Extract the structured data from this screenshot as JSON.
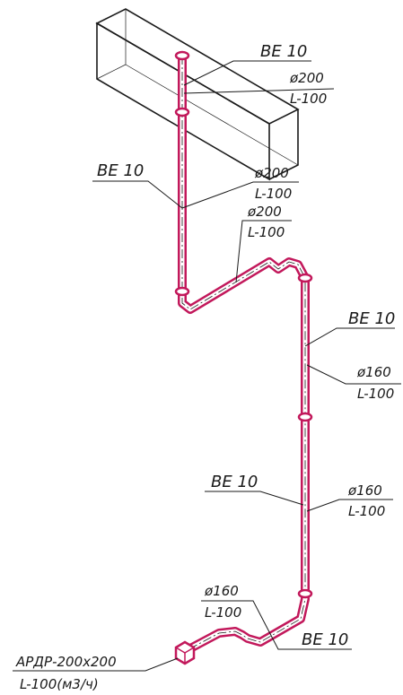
{
  "duct_color": "#c2185b",
  "line_color": "#1a1a1a",
  "labels": {
    "t1_name": "BE 10",
    "t1_dia": "ø200",
    "t1_len": "L-100",
    "t2_name": "BE 10",
    "t2_dia": "ø200",
    "t2_len": "L-100",
    "t3_dia": "ø200",
    "t3_len": "L-100",
    "t4_name": "BE 10",
    "t4_dia": "ø160",
    "t4_len": "L-100",
    "t5_name": "BE 10",
    "t5_dia": "ø160",
    "t5_len": "L-100",
    "t6_dia": "ø160",
    "t6_len": "L-100",
    "t6_name": "BE 10",
    "diffuser_name": "АРДР-200х200",
    "diffuser_flow": "L-100(м3/ч)"
  }
}
